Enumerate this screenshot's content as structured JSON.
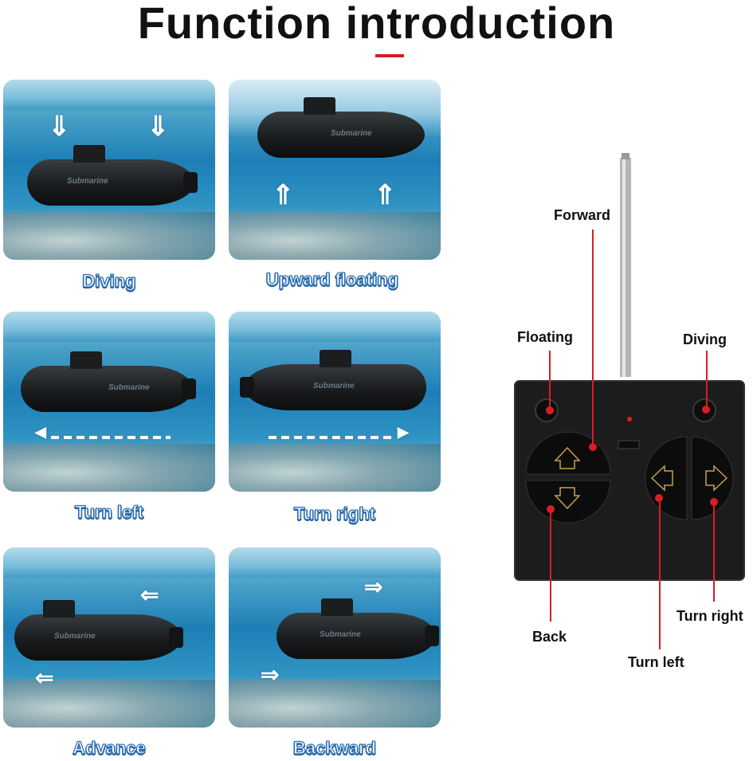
{
  "title": "Function introduction",
  "tiles": [
    {
      "caption": "Diving"
    },
    {
      "caption": "Upward floating"
    },
    {
      "caption": "Turn left"
    },
    {
      "caption": "Turn right"
    },
    {
      "caption": "Advance"
    },
    {
      "caption": "Backward"
    }
  ],
  "sub_logo": "Submarine",
  "remote": {
    "forward": "Forward",
    "floating": "Floating",
    "diving": "Diving",
    "back": "Back",
    "turn_left": "Turn left",
    "turn_right": "Turn right"
  },
  "colors": {
    "accent": "#d81e24",
    "caption_outline": "#2c6fb2"
  },
  "icons": [
    "down-arrow-icon",
    "up-arrow-icon",
    "left-arrow-icon",
    "right-arrow-icon"
  ]
}
